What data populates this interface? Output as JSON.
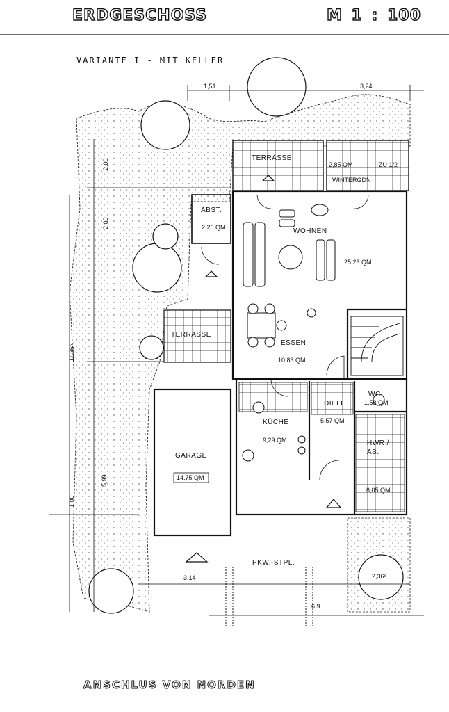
{
  "header": {
    "title": "ERDGESCHOSS",
    "scale": "M 1 : 100",
    "variant": "VARIANTE I  -  MIT KELLER"
  },
  "footer": {
    "label": "ANSCHLUS VON NORDEN"
  },
  "dimensions": {
    "top_left": "1,51",
    "top_right": "3,24",
    "left_upper": "2,00",
    "left_mid": "2,00",
    "left_total": "11,36⁵",
    "left_lower": "5,99",
    "left_bottom": "1,00",
    "bottom_left": "3,14",
    "bottom_right": "2,36⁵",
    "bottom_small": "6,9"
  },
  "rooms": {
    "terrasse_top": {
      "label": "TERRASSE"
    },
    "wintergarden": {
      "label": "WINTERGDN",
      "area": "2,85 QM",
      "note": "ZU 1/2"
    },
    "abstell": {
      "label": "ABST.",
      "area": "2,26 QM"
    },
    "wohnen": {
      "label": "WOHNEN",
      "area": "25,23 QM"
    },
    "terrasse_mid": {
      "label": "TERRASSE"
    },
    "essen": {
      "label": "ESSEN",
      "area": "10,83 QM"
    },
    "garage": {
      "label": "GARAGE",
      "area": "14,75 QM"
    },
    "kueche": {
      "label": "KÜCHE",
      "area": "9,29 QM"
    },
    "diele": {
      "label": "DIELE",
      "area": "5,57 QM"
    },
    "wc": {
      "label": "WC",
      "area": "1,58 QM"
    },
    "hwr": {
      "label": "HWR /",
      "label2": "AB.",
      "area": "6,05 QM"
    },
    "parking": {
      "label": "PKW.-STPL."
    }
  }
}
